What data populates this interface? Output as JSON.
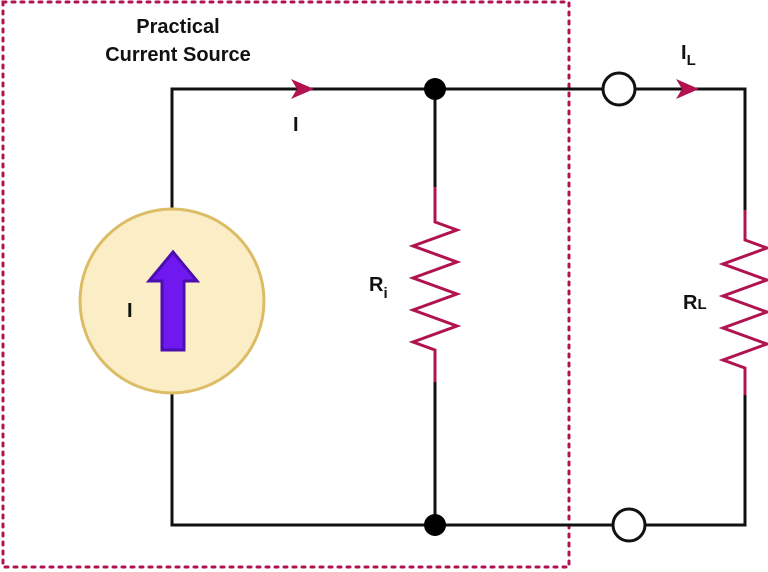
{
  "box_title_line1": "Practical",
  "box_title_line2": "Current Source",
  "source_label": "I",
  "branch_current_label": "I",
  "internal_resistor": {
    "symbol": "R",
    "subscript": "i"
  },
  "load_resistor": {
    "symbol": "R",
    "subscript": "L"
  },
  "load_current": {
    "symbol": "I",
    "subscript": "L"
  },
  "colors": {
    "wire": "#111111",
    "resistor": "#b0134f",
    "arrow": "#b0134f",
    "box_border": "#b0134f",
    "source_fill": "#fbedc5",
    "source_stroke": "#dcbd66",
    "source_arrow_fill": "#6f18f0",
    "source_arrow_stroke": "#4b0fb0",
    "node": "#000000"
  }
}
